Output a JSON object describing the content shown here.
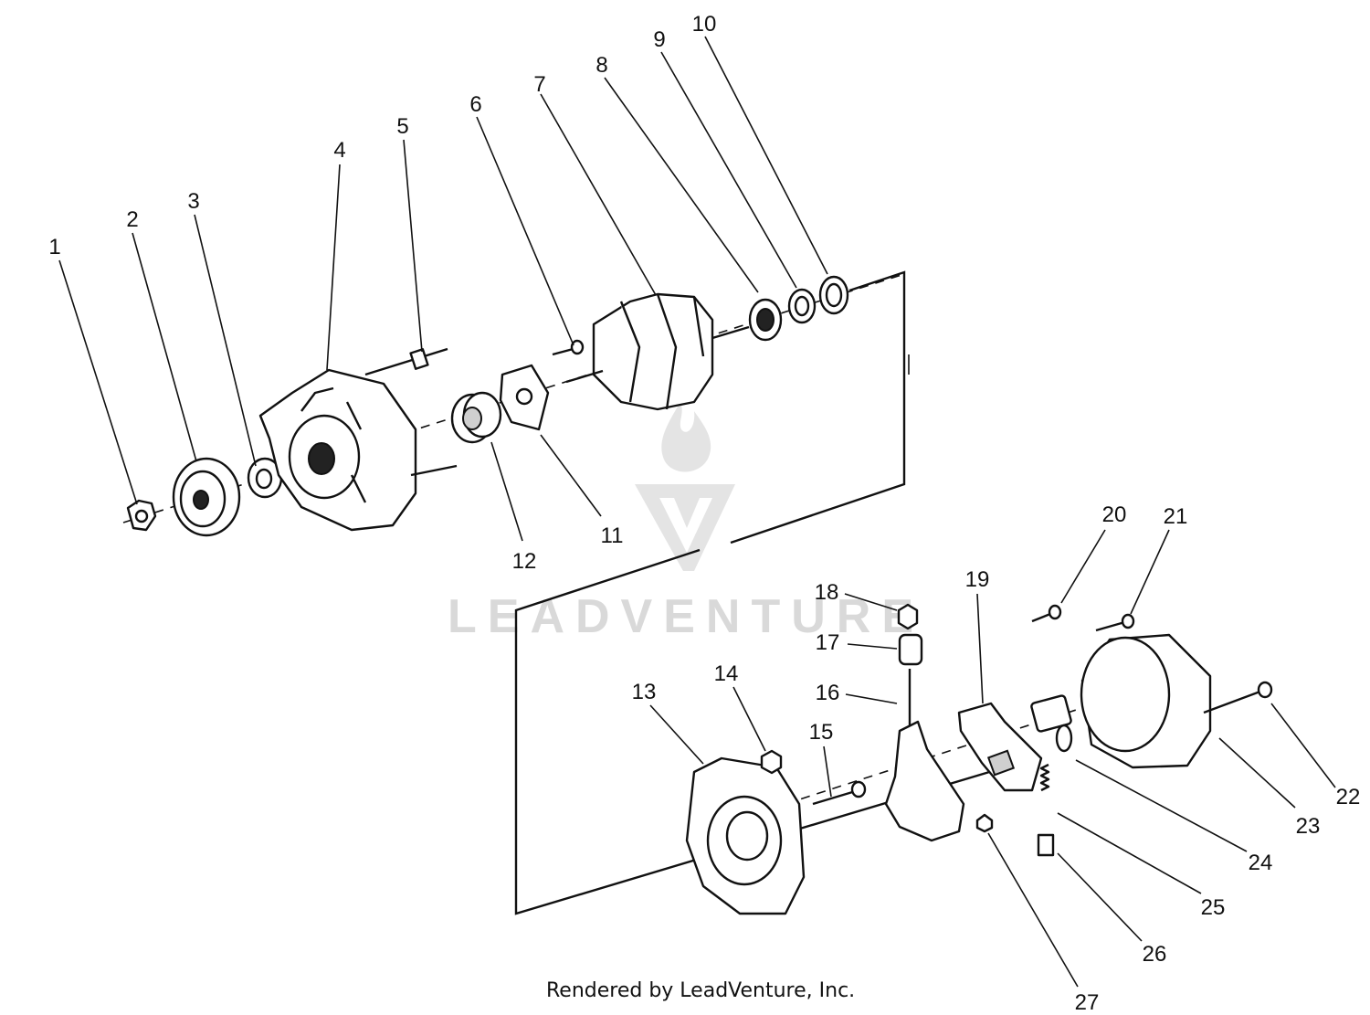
{
  "diagram": {
    "watermark": "LEADVENTURE",
    "credit": "Rendered by LeadVenture, Inc.",
    "callouts": [
      "1",
      "2",
      "3",
      "4",
      "5",
      "6",
      "7",
      "8",
      "9",
      "10",
      "11",
      "12",
      "13",
      "14",
      "15",
      "16",
      "17",
      "18",
      "19",
      "20",
      "21",
      "22",
      "23",
      "24",
      "25",
      "26",
      "27"
    ]
  }
}
